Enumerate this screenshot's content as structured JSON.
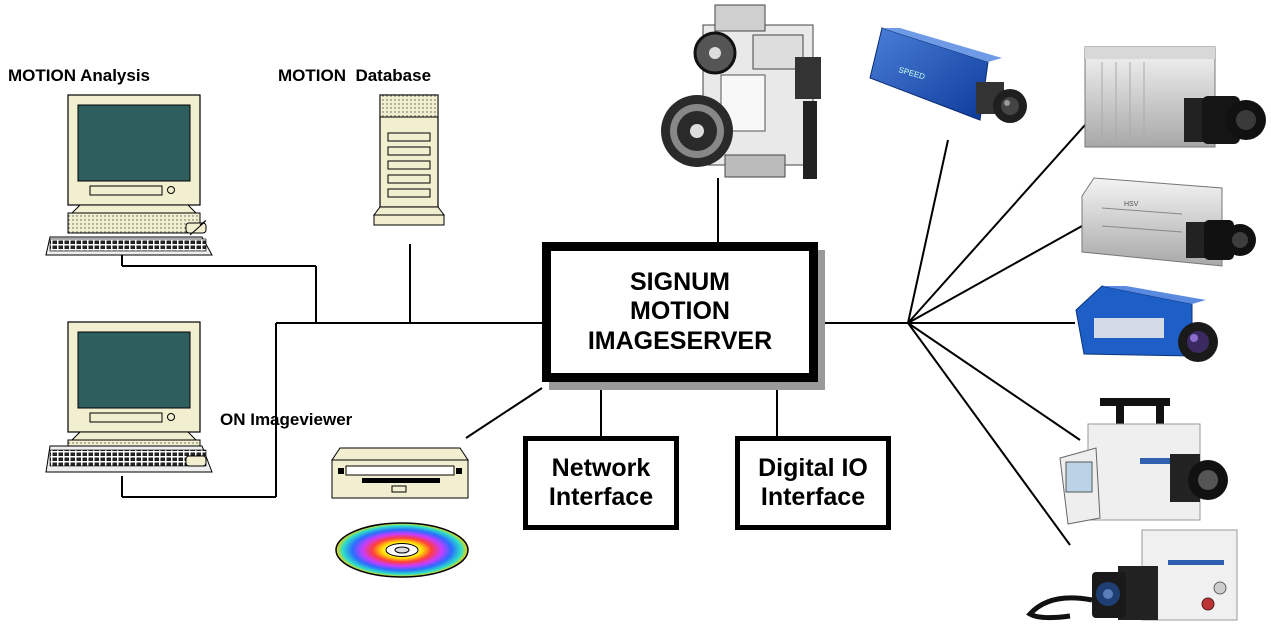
{
  "server": {
    "line1": "SIGNUM",
    "line2": "MOTION",
    "line3": "IMAGESERVER"
  },
  "network_interface": {
    "line1": "Network",
    "line2": "Interface"
  },
  "digital_io": {
    "line1": "Digital IO",
    "line2": "Interface"
  },
  "labels": {
    "motion_analysis": "MOTION Analysis",
    "motion_database": "MOTION  Database",
    "imageviewer": "ON Imageviewer"
  },
  "icons": {
    "analysis_computer": "desktop-computer-icon",
    "database_server": "tower-server-icon",
    "imageviewer_computer": "desktop-computer-icon",
    "disk_drive": "disk-drive-icon",
    "cd": "cd-disc-icon",
    "projector": "film-projector-icon",
    "cameras": [
      "speedcam-camera-icon",
      "silver-highspeed-camera-icon",
      "silver-box-camera-icon",
      "blue-camera-icon",
      "white-handheld-camera-icon",
      "white-cabled-camera-icon"
    ]
  }
}
